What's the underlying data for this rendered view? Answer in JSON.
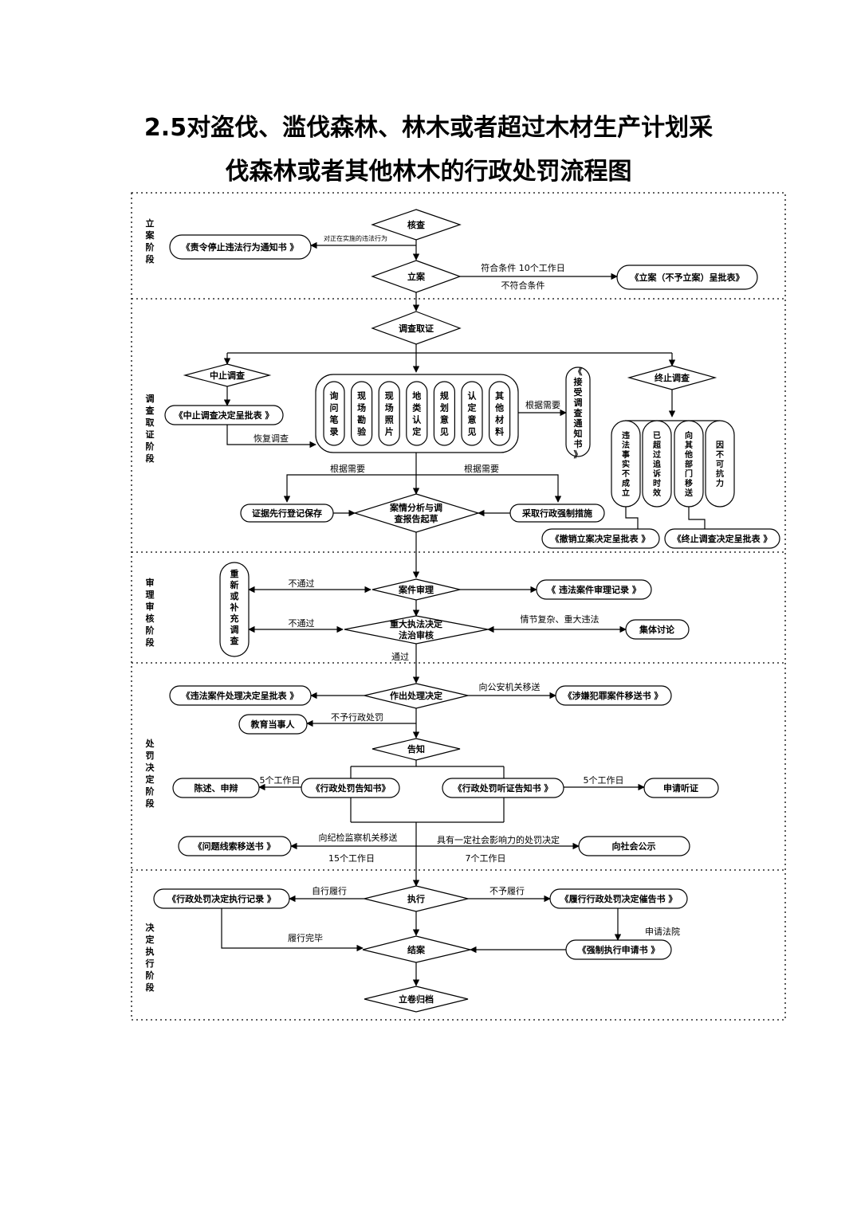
{
  "title": {
    "line1": "2.5对盗伐、滥伐森林、林木或者超过木材生产计划采",
    "line2": "伐森林或者其他林木的行政处罚流程图"
  },
  "stages": {
    "s1": "立案阶段",
    "s2": "调查取证阶段",
    "s3": "审理审核阶段",
    "s4": "处罚决定阶段",
    "s5": "决定执行阶段"
  },
  "nodes": {
    "hecha": "核查",
    "zeling": "《责令停止违法行为通知书 》",
    "lian": "立案",
    "lian_table": "《立案（不予立案）呈批表》",
    "diaocha": "调查取证",
    "zhongzhi": "中止调查",
    "zhongzhi_table": "《中止调查决定呈批表 》",
    "zhongjie": "终止调查",
    "jieshou": "《接受调查通知书》",
    "evidence": [
      "询问笔录",
      "现场勘验",
      "现场照片",
      "地类认定",
      "规划意见",
      "认定意见",
      "其他材料"
    ],
    "term_reasons": [
      "违法事实不成立",
      "已超过追诉时效",
      "向其他部门移送",
      "因不可抗力"
    ],
    "xianxing": "证据先行登记保存",
    "anqing": [
      "案情分析与调",
      "查报告起草"
    ],
    "caiqu": "采取行政强制措施",
    "chexiao": "《撤销立案决定呈批表 》",
    "zhongzhi_jd": "《终止调查决定呈批表 》",
    "chongxin": "重新或补充调查",
    "shenli": "案件审理",
    "shenli_jl": "《 违法案件审理记录 》",
    "zhongda": [
      "重大执法决定",
      "法治审核"
    ],
    "jiti": "集体讨论",
    "zuochu": "作出处理决定",
    "chuli_table": "《违法案件处理决定呈批表 》",
    "shexian": "《涉嫌犯罪案件移送书 》",
    "jiaoyu": "教育当事人",
    "gaozhi": "告知",
    "chenshu": "陈述、申辩",
    "gaozhi_shu": "《行政处罚告知书》",
    "tingzheng_shu": "《行政处罚听证告知书 》",
    "shenqing_tz": "申请听证",
    "wenti": "《问题线索移送书 》",
    "gongshi": "向社会公示",
    "zhixing": "执行",
    "zhixing_jl": "《行政处罚决定执行记录 》",
    "cuigao": "《履行行政处罚决定催告书 》",
    "qiangzhi": "《强制执行申请书 》",
    "jiean": "结案",
    "guidang": "立卷归档"
  },
  "labels": {
    "zhengzai": "对正在实施的违法行为",
    "fuhe": "符合条件 10个工作日",
    "bufuhe": "不符合条件",
    "genju": "根据需要",
    "huifu": "恢复调查",
    "butongguo": "不通过",
    "qingjie": "情节复杂、重大违法",
    "tongguo": "通过",
    "gongan": "向公安机关移送",
    "buyu": "不予行政处罚",
    "wugongzuo": "5个工作日",
    "jijian": "向纪检监察机关移送",
    "shehui": "具有一定社会影响力的处罚决定",
    "shiwu": "15个工作日",
    "qi": "7个工作日",
    "zizhu": "自行履行",
    "buluxing": "不予履行",
    "shenqing_fy": "申请法院",
    "lvxing": "履行完毕"
  }
}
